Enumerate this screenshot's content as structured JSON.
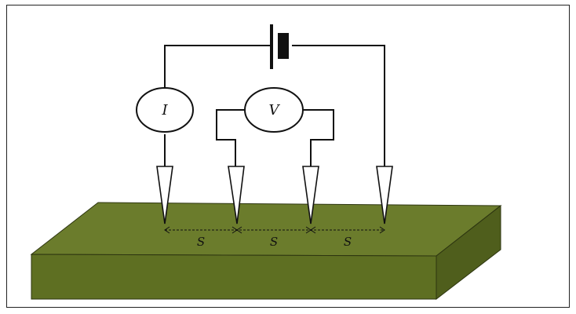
{
  "diagram": {
    "current_meter_label": "I",
    "voltage_meter_label": "V",
    "spacing_labels": [
      "S",
      "S",
      "S"
    ]
  },
  "colors": {
    "sample_top": "#6b7c2c",
    "sample_front": "#5e6f22",
    "sample_side": "#4f5e1c",
    "wire": "#111111"
  },
  "icons": [
    "battery-icon",
    "ammeter-icon",
    "voltmeter-icon",
    "probe-tip-icon"
  ]
}
